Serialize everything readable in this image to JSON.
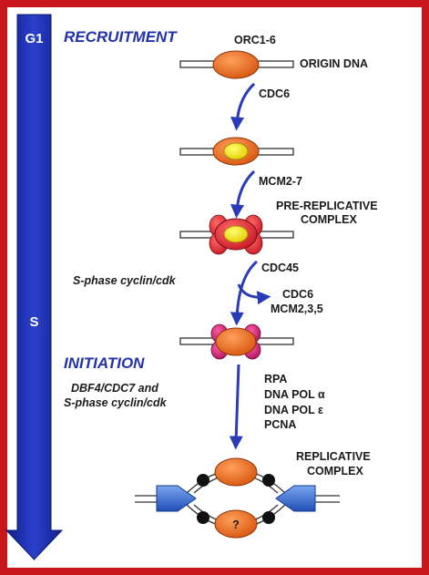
{
  "timeline": {
    "g1": "G1",
    "s": "S"
  },
  "phases": {
    "recruitment": "RECRUITMENT",
    "initiation": "INITIATION"
  },
  "labels": {
    "orc": "ORC1-6",
    "origin_dna": "ORIGIN DNA",
    "cdc6": "CDC6",
    "mcm27": "MCM2-7",
    "prerep_line1": "PRE-REPLICATIVE",
    "prerep_line2": "COMPLEX",
    "cdc45": "CDC45",
    "cdc6_out": "CDC6",
    "mcm235": "MCM2,3,5",
    "rpa": "RPA",
    "polA": "DNA POL α",
    "polE": "DNA POL ε",
    "pcna": "PCNA",
    "rep_line1": "REPLICATIVE",
    "rep_line2": "COMPLEX",
    "unknown": "?"
  },
  "kinases": {
    "s_phase": "S-phase cyclin/cdk",
    "dbf_line1": "DBF4/CDC7 and",
    "dbf_line2": "S-phase cyclin/cdk"
  },
  "colors": {
    "frame": "#c8161d",
    "timeline": "#1c2fb0",
    "arrow": "#2a3bb8",
    "orc": "#e8641a",
    "cdc6": "#f2e010",
    "mcm": "#e3303a",
    "cdc45": "#d0207a",
    "helicase": "#3a72d6",
    "pol": "#111111"
  }
}
